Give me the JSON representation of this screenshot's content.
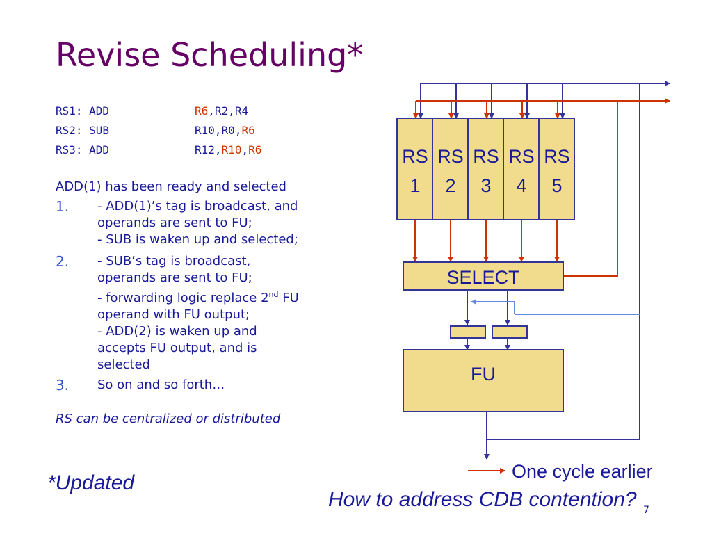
{
  "title": "Revise Scheduling*",
  "code_lines": [
    {
      "op": "RS1: ADD",
      "args": [
        {
          "t": "R6",
          "red": true
        },
        {
          "t": ",",
          "red": false
        },
        {
          "t": "R2",
          "red": false
        },
        {
          "t": ",",
          "red": false
        },
        {
          "t": "R4",
          "red": false
        }
      ]
    },
    {
      "op": "RS2: SUB",
      "args": [
        {
          "t": "R10",
          "red": false
        },
        {
          "t": ",",
          "red": false
        },
        {
          "t": "R0",
          "red": false
        },
        {
          "t": ",",
          "red": false
        },
        {
          "t": "R6",
          "red": true
        }
      ]
    },
    {
      "op": "RS3: ADD",
      "args": [
        {
          "t": "R12",
          "red": false
        },
        {
          "t": ",",
          "red": false
        },
        {
          "t": "R10",
          "red": true
        },
        {
          "t": ",",
          "red": false
        },
        {
          "t": "R6",
          "red": true
        }
      ]
    }
  ],
  "intro": "ADD(1) has been ready and selected",
  "list": [
    {
      "num": "1.",
      "lines": [
        "- ADD(1)’s tag is broadcast, and",
        "operands are sent to FU;",
        "- SUB is waken up and selected;"
      ]
    },
    {
      "num": "2.",
      "lines": [
        "- SUB’s tag is broadcast,",
        "operands are sent to FU;",
        "- forwarding logic replace 2",
        "operand with FU output;",
        "- ADD(2) is waken up and",
        "accepts FU output, and is",
        "selected"
      ],
      "sup": "nd",
      "sup_tail": " FU"
    },
    {
      "num": "3.",
      "lines": [
        "So on and so forth…"
      ]
    }
  ],
  "rs_note": "RS can be centralized or distributed",
  "updated": "*Updated",
  "question": "How to address CDB contention?",
  "page_number": "7",
  "diagram": {
    "rs": [
      {
        "a": "RS",
        "b": "1"
      },
      {
        "a": "RS",
        "b": "2"
      },
      {
        "a": "RS",
        "b": "3"
      },
      {
        "a": "RS",
        "b": "4"
      },
      {
        "a": "RS",
        "b": "5"
      }
    ],
    "select_label": "SELECT",
    "fu_label": "FU",
    "legend_label": "One cycle earlier",
    "colors": {
      "box": "#f0dc8c",
      "blue": "#333399",
      "red": "#cc3300",
      "light_blue": "#6688dd"
    }
  }
}
